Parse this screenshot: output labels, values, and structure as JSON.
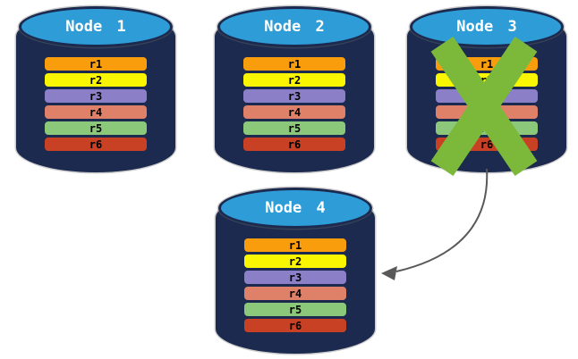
{
  "canvas": {
    "background": "#ffffff"
  },
  "colors": {
    "cylinder_body": "#1b2a4e",
    "cylinder_top_fill": "#2e9cd6",
    "node_title_text": "#ffffff",
    "row_label_text": "#000000",
    "failure_x": "#7cb93b",
    "arrow": "#595959"
  },
  "row_colors": [
    "#f99d0d",
    "#faf500",
    "#8b7fc7",
    "#df8169",
    "#8cc87a",
    "#c94124"
  ],
  "nodes": [
    {
      "title": "Node 1",
      "rows": [
        "r1",
        "r2",
        "r3",
        "r4",
        "r5",
        "r6"
      ],
      "has_failure_x": false
    },
    {
      "title": "Node 2",
      "rows": [
        "r1",
        "r2",
        "r3",
        "r4",
        "r5",
        "r6"
      ],
      "has_failure_x": false
    },
    {
      "title": "Node 3",
      "rows": [
        "r1",
        "r2",
        "r3",
        "r4",
        "r5",
        "r6"
      ],
      "has_failure_x": true
    },
    {
      "title": "Node 4",
      "rows": [
        "r1",
        "r2",
        "r3",
        "r4",
        "r5",
        "r6"
      ],
      "has_failure_x": false
    }
  ],
  "arrow": {
    "from_node": "Node 3",
    "to_node": "Node 4"
  }
}
